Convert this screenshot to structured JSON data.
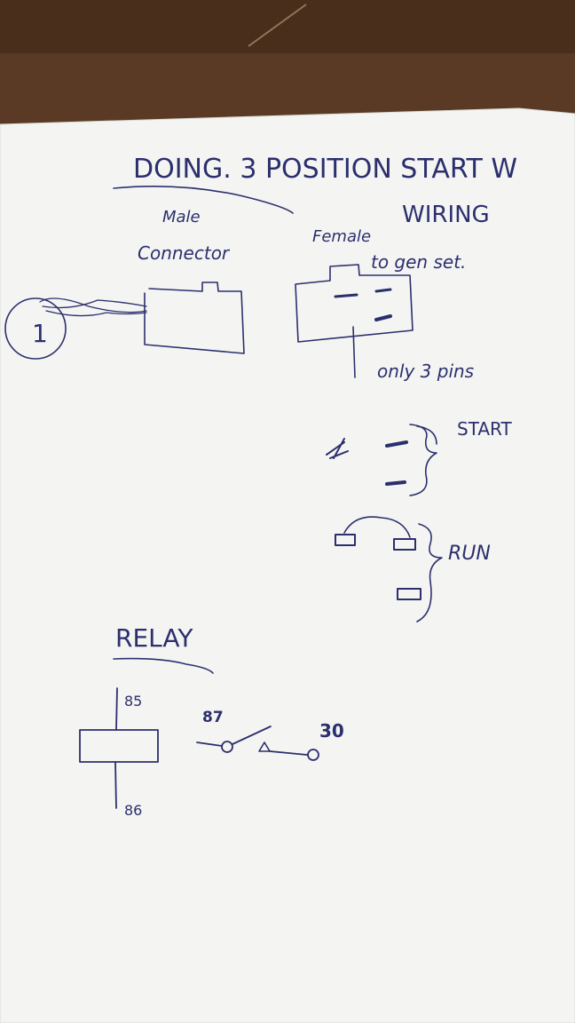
{
  "sheet": {
    "title": "DOING. 3 POSITION START W",
    "subtitle": "WIRING",
    "male_connector_label_line1": "Male",
    "male_connector_label_line2": "Connector",
    "female_label": "Female",
    "to_gen_set": "to gen set.",
    "only_3_pins": "only 3 pins",
    "position_number": "1",
    "start_label": "START",
    "run_label": "RUN",
    "relay_heading": "RELAY",
    "pin_85": "85",
    "pin_86": "86",
    "pin_87": "87",
    "pin_30": "30"
  },
  "colors": {
    "ink": "#2c2f6e",
    "paper": "#f4f5f2",
    "table": "#5a3a24"
  }
}
